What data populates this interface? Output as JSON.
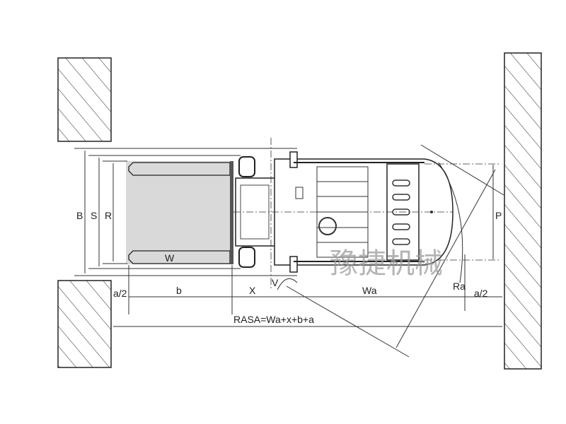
{
  "diagram": {
    "labels": {
      "B": "B",
      "S": "S",
      "R": "R",
      "W": "W",
      "a_half_left": "a/2",
      "b": "b",
      "X": "X",
      "V": "V",
      "Wa": "Wa",
      "Ra": "Ra",
      "a_half_right": "a/2",
      "P": "P",
      "formula": "RASA=Wa+x+b+a"
    },
    "watermark": "豫捷机械",
    "colors": {
      "load": "#d9d9d9",
      "line": "#333333",
      "hatch": "#444444"
    }
  }
}
